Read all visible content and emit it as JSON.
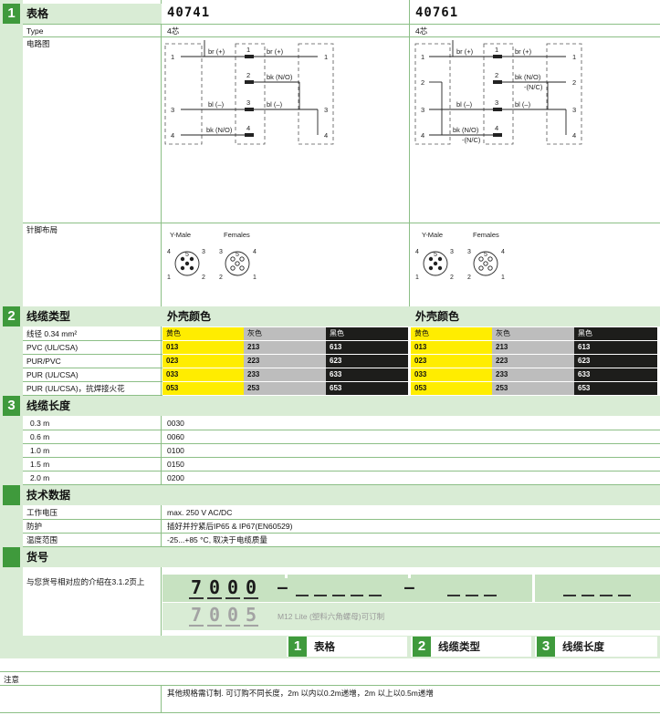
{
  "section1": {
    "number": "1",
    "title": "表格"
  },
  "product_a": {
    "code": "40741",
    "type_value": "4芯"
  },
  "product_b": {
    "code": "40761",
    "type_value": "4芯"
  },
  "labels": {
    "type": "Type",
    "circuit": "电路图",
    "pinout": "针脚布局"
  },
  "circuit_a": {
    "left_pins": [
      "1",
      "3",
      "4"
    ],
    "mid_pins": [
      "1",
      "2",
      "3",
      "4"
    ],
    "right_pins": [
      "1",
      "3",
      "4"
    ],
    "wires_left": [
      "br (+)",
      "bl (–)",
      "bk (N/O)"
    ],
    "wires_right": [
      "br (+)",
      "bk (N/O)",
      "bl (–)"
    ]
  },
  "circuit_b": {
    "left_pins": [
      "1",
      "2",
      "3",
      "4"
    ],
    "mid_pins": [
      "1",
      "2",
      "3",
      "4"
    ],
    "right_pins": [
      "1",
      "2",
      "3",
      "4"
    ],
    "wires_left": [
      "br (+)",
      "bl (–)",
      "bk (N/O)",
      "-(N/C)"
    ],
    "wires_right": [
      "br (+)",
      "bk (N/O)",
      "-(N/C)",
      "bl (–)"
    ]
  },
  "pinout": {
    "male": "Y-Male",
    "female": "Females",
    "pins": [
      "1",
      "2",
      "3",
      "4",
      "5"
    ]
  },
  "section2": {
    "number": "2",
    "title": "线缆类型",
    "color_heading": "外壳颜色"
  },
  "cable_rows": [
    {
      "label": "线径 0.34 mm²",
      "yellow": "黄色",
      "grey": "灰色",
      "black": "黑色"
    },
    {
      "label": "PVC (UL/CSA)",
      "yellow": "013",
      "grey": "213",
      "black": "613"
    },
    {
      "label": "PUR/PVC",
      "yellow": "023",
      "grey": "223",
      "black": "623"
    },
    {
      "label": "PUR (UL/CSA)",
      "yellow": "033",
      "grey": "233",
      "black": "633"
    },
    {
      "label": "PUR (UL/CSA)，抗焊接火花",
      "yellow": "053",
      "grey": "253",
      "black": "653"
    }
  ],
  "section3": {
    "number": "3",
    "title": "线缆长度"
  },
  "length_rows": [
    {
      "label": "0.3 m",
      "code": "0030"
    },
    {
      "label": "0.6 m",
      "code": "0060"
    },
    {
      "label": "1.0 m",
      "code": "0100"
    },
    {
      "label": "1.5 m",
      "code": "0150"
    },
    {
      "label": "2.0 m",
      "code": "0200"
    }
  ],
  "tech": {
    "title": "技术数据",
    "rows": [
      {
        "label": "工作电压",
        "value": "max. 250 V AC/DC"
      },
      {
        "label": "防护",
        "value": "插好并拧紧后IP65 & IP67(EN60529)"
      },
      {
        "label": "温度范围",
        "value": "-25...+85 °C, 取决于电缆质量"
      }
    ]
  },
  "order": {
    "title": "货号",
    "ref_text": "与您货号相对应的介绍在3.1.2页上",
    "digits_main": [
      "7",
      "0",
      "0",
      "0"
    ],
    "digits_lite": [
      "7",
      "0",
      "0",
      "5"
    ],
    "lite_note": "M12 Lite (塑料六角螺母)可订制"
  },
  "legend": [
    {
      "number": "1",
      "label": "表格"
    },
    {
      "number": "2",
      "label": "线缆类型"
    },
    {
      "number": "3",
      "label": "线缆长度"
    }
  ],
  "note": {
    "title": "注意",
    "text": "其他规格需订制. 可订购不同长度，2m 以内以0.2m递增，2m 以上以0.5m递增"
  }
}
